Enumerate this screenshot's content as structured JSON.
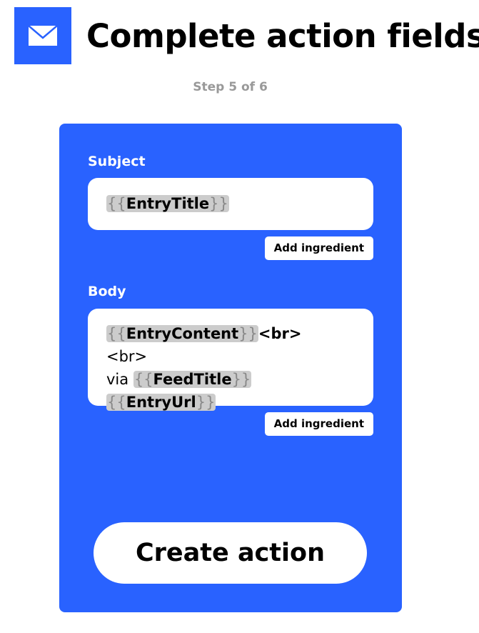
{
  "header": {
    "title": "Complete action fields",
    "step": "Step 5 of 6",
    "icon": "envelope-icon"
  },
  "colors": {
    "brand": "#2962ff"
  },
  "form": {
    "subject": {
      "label": "Subject",
      "tokens": [
        {
          "open": "{{",
          "name": "EntryTitle",
          "close": "}}"
        }
      ],
      "add_label": "Add ingredient"
    },
    "body": {
      "label": "Body",
      "tokens": [
        {
          "open": "{{",
          "name": "EntryContent",
          "close": "}}"
        },
        {
          "open": "{{",
          "name": "FeedTitle",
          "close": "}}"
        },
        {
          "open": "{{",
          "name": "EntryUrl",
          "close": "}}"
        }
      ],
      "text_br1": "<br>",
      "text_br2": "<br>",
      "text_via": "via ",
      "add_label": "Add ingredient"
    },
    "create_label": "Create action"
  }
}
